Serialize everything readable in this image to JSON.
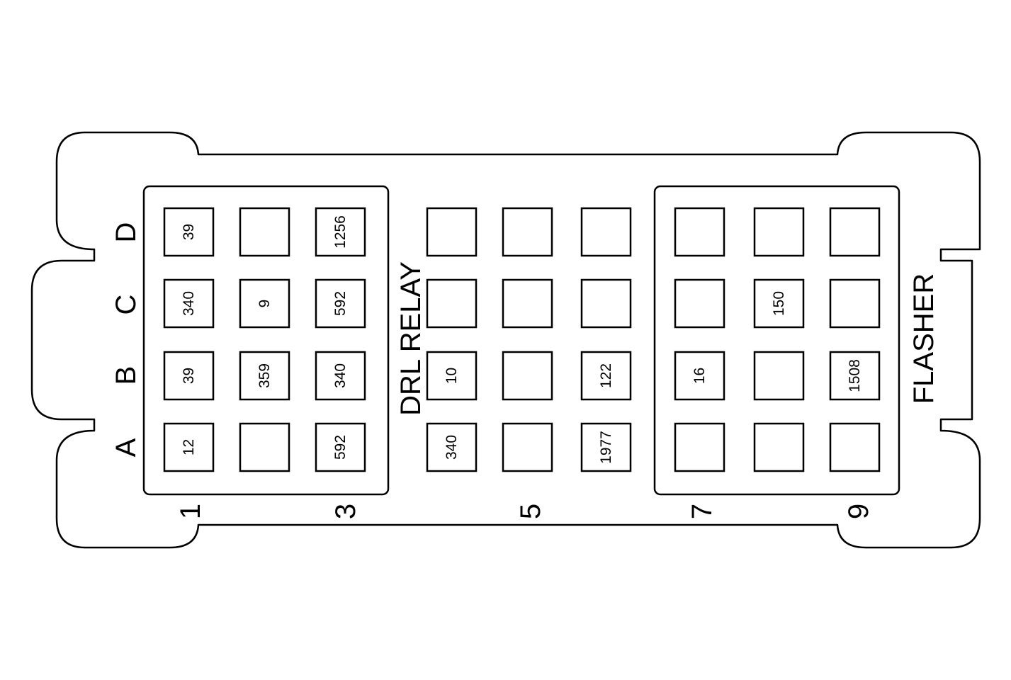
{
  "row_labels": [
    "A",
    "B",
    "C",
    "D"
  ],
  "column_labels": [
    "1",
    "3",
    "5",
    "7",
    "9"
  ],
  "drl_relay_label": "DRL RELAY",
  "flasher_label": "FLASHER",
  "grid": {
    "D": [
      "39",
      "",
      "1256",
      "",
      "",
      "",
      "",
      "",
      ""
    ],
    "C": [
      "340",
      "9",
      "592",
      "",
      "",
      "",
      "",
      "150",
      ""
    ],
    "B": [
      "39",
      "359",
      "340",
      "10",
      "",
      "122",
      "16",
      "",
      "1508"
    ],
    "A": [
      "12",
      "",
      "592",
      "340",
      "",
      "1977",
      "",
      "",
      ""
    ]
  }
}
